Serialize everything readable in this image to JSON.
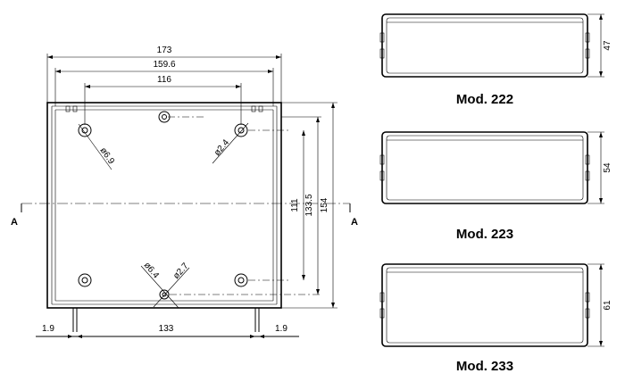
{
  "front_view": {
    "dim_overall_width": "173",
    "dim_inner_width": "159.6",
    "dim_hole_spacing": "116",
    "dim_bottom_span": "133",
    "dim_wall_left": "1.9",
    "dim_wall_right": "1.9",
    "dim_height_inner": "111",
    "dim_height_mid": "133.5",
    "dim_height_overall": "154",
    "hole_large_dia": "ø6.9",
    "hole_small_dia": "ø2.4",
    "bottom_hole_outer": "ø6.4",
    "bottom_hole_inner": "ø2.7",
    "section_left": "A",
    "section_right": "A"
  },
  "models": [
    {
      "label": "Mod. 222",
      "height": "47"
    },
    {
      "label": "Mod. 223",
      "height": "54"
    },
    {
      "label": "Mod. 233",
      "height": "61"
    }
  ]
}
